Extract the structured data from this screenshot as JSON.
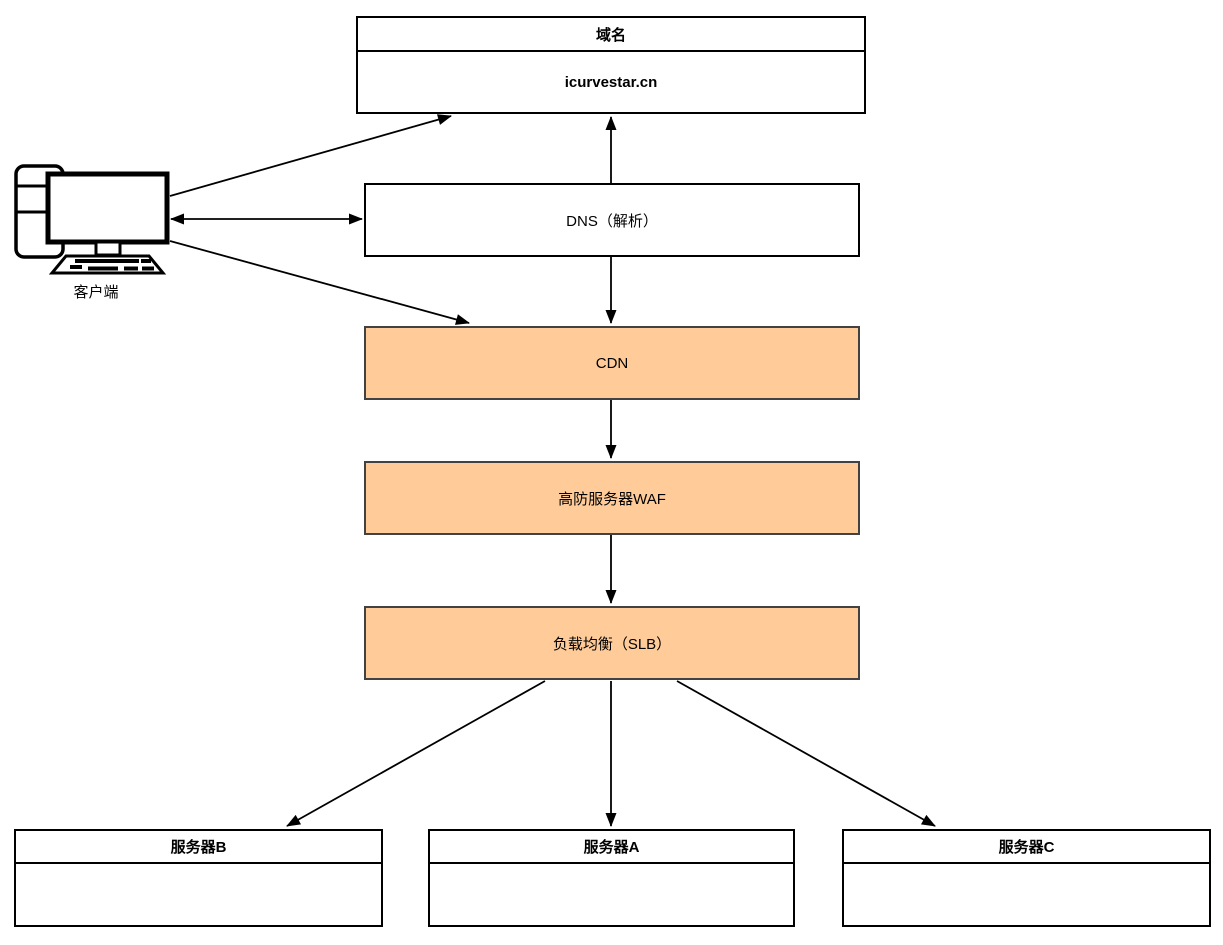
{
  "diagram": {
    "domain": {
      "title": "域名",
      "value": "icurvestar.cn"
    },
    "dns": {
      "label": "DNS（解析）"
    },
    "cdn": {
      "label": "CDN"
    },
    "waf": {
      "label": "高防服务器WAF"
    },
    "slb": {
      "label": "负载均衡（SLB）"
    },
    "servers": [
      {
        "title": "服务器B"
      },
      {
        "title": "服务器A"
      },
      {
        "title": "服务器C"
      }
    ],
    "client": {
      "label": "客户端"
    },
    "colors": {
      "highlight_fill": "#FFCC99",
      "highlight_border": "#424242",
      "box_border": "#000000",
      "line_color": "#000000",
      "background": "#FFFFFF"
    }
  }
}
